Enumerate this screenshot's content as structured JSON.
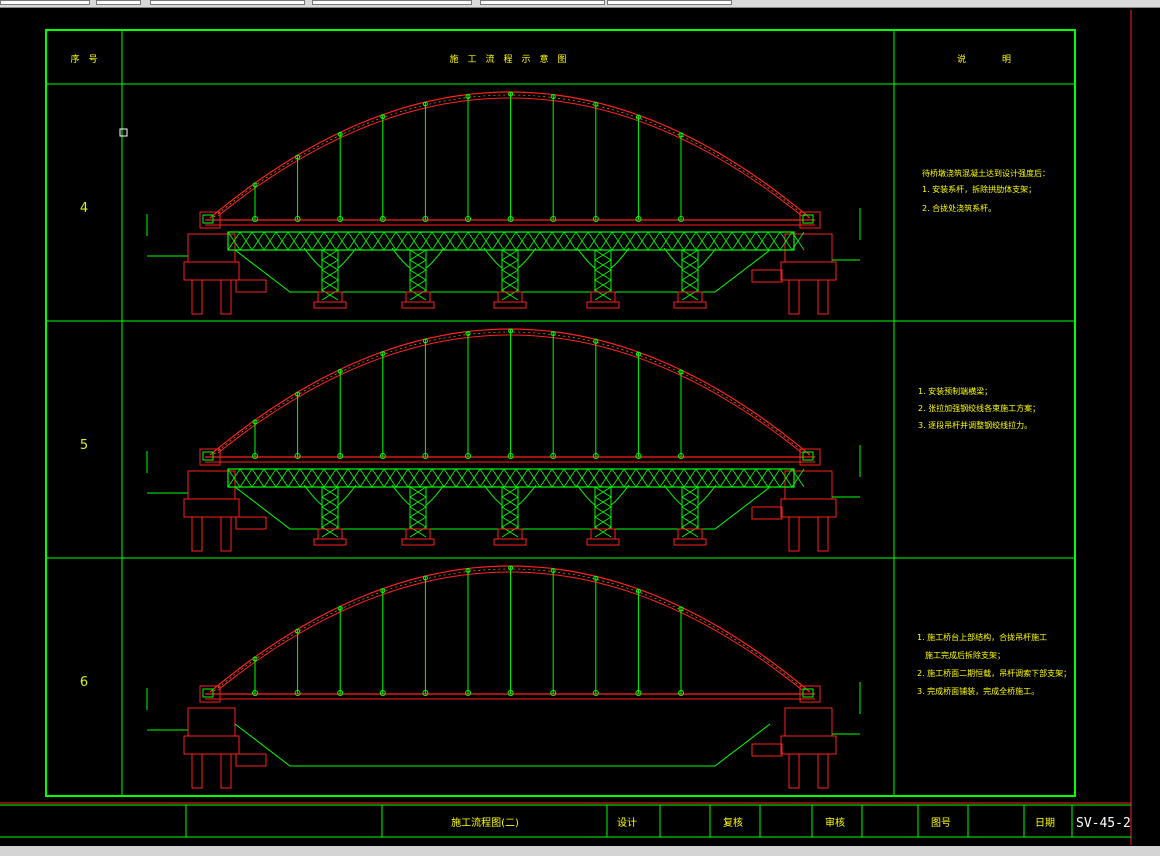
{
  "header": {
    "col_no": "序　号",
    "col_diagram": "施　工　流　程　示　意　图",
    "col_notes": "说　　　　明"
  },
  "stages": [
    {
      "number": "4",
      "notes": [
        "待桥墩浇筑混凝土达到设计强度后：",
        "1.  安装系杆，拆除拱肋体支架；",
        "2.  合拢处浇筑系杆。"
      ],
      "scaffold": true
    },
    {
      "number": "5",
      "notes": [
        "1.  安装预制端横梁；",
        "2.  张拉加强钢绞线各束施工方案；",
        "3.  逐段吊杆并调整钢绞线拉力。"
      ],
      "scaffold": true
    },
    {
      "number": "6",
      "notes": [
        "1.  施工桥台上部结构，合拢吊杆施工",
        "　施工完成后拆除支架；",
        "2.  施工桥面二期恒载，吊杆调索下部支架；",
        "3.  完成桥面铺装，完成全桥施工。"
      ],
      "scaffold": false
    }
  ],
  "title_block": {
    "drawing_title": "施工流程图(二)",
    "design": "设计",
    "review": "复核",
    "approve": "审核",
    "figure_no": "图号",
    "date": "日期",
    "code": "SV-45-2"
  },
  "colors": {
    "frame": "#00ff00",
    "structure": "#ff2020",
    "hangers": "#00ff00",
    "text": "#ffff00"
  }
}
